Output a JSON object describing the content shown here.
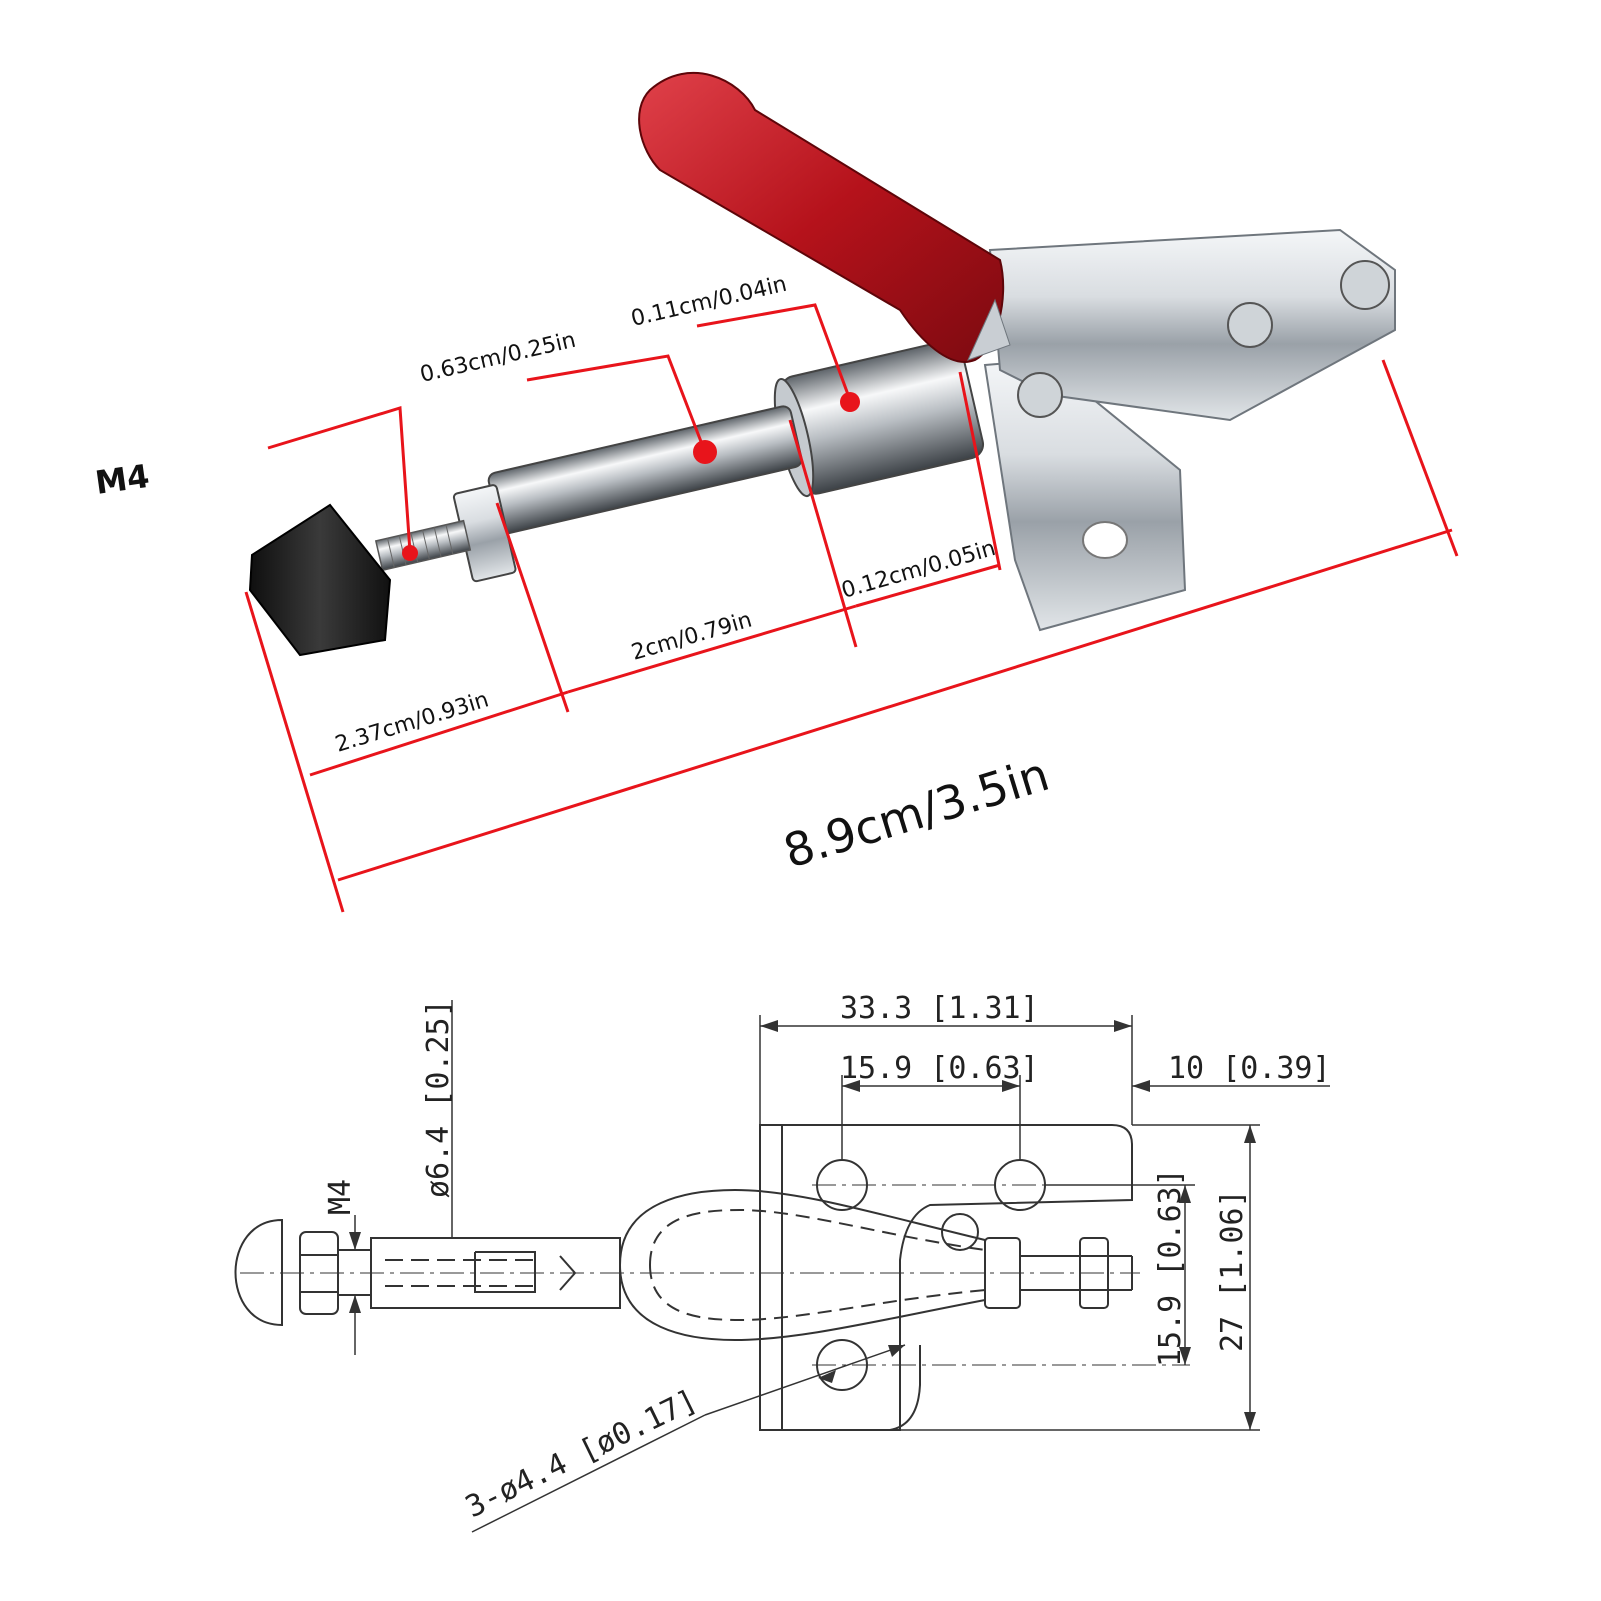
{
  "photo": {
    "labels": {
      "m4": "M4",
      "shaft_diameter": "0.63cm/0.25in",
      "collar_thickness": "0.11cm/0.04in",
      "gap": "0.12cm/0.05in",
      "plunger_length": "2cm/0.79in",
      "tip_length": "2.37cm/0.93in",
      "overall_length": "8.9cm/3.5in"
    },
    "colors": {
      "dimension_line": "#e8141b",
      "handle": "#b5121b",
      "metal": "#c9ced3",
      "rubber_tip": "#1e1e1e"
    }
  },
  "drawing": {
    "labels": {
      "overall_width": "33.3  [1.31]",
      "hole_spacing_h": "15.9  [0.63]",
      "end_offset": "10  [0.39]",
      "shaft_diameter": "ø6.4  [0.25]",
      "thread": "M4",
      "hole_spacing_v": "15.9  [0.63]",
      "overall_height": "27  [1.06]",
      "mounting_holes": "3-ø4.4  [ø0.17]"
    },
    "colors": {
      "line": "#333333"
    }
  }
}
